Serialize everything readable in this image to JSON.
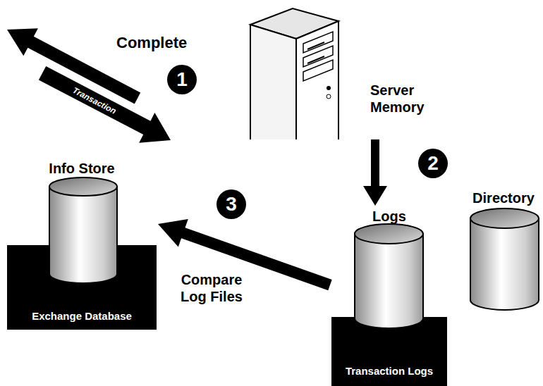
{
  "diagram": {
    "nodes": [
      {
        "text": [
          "Info Store",
          "Exchange Database"
        ]
      },
      {
        "text": [
          "Server Memory"
        ]
      },
      {
        "text": [
          "Logs",
          "Transaction Logs"
        ]
      },
      {
        "text": [
          "Directory"
        ]
      }
    ],
    "edges": [
      {
        "from": 1,
        "to": 2,
        "arrow": "to"
      },
      {
        "from": 2,
        "to": 0,
        "label": "Compare Log Files",
        "arrow": "to"
      }
    ],
    "labels": [
      "Complete",
      "Transaction",
      "1",
      "2",
      "3"
    ]
  }
}
